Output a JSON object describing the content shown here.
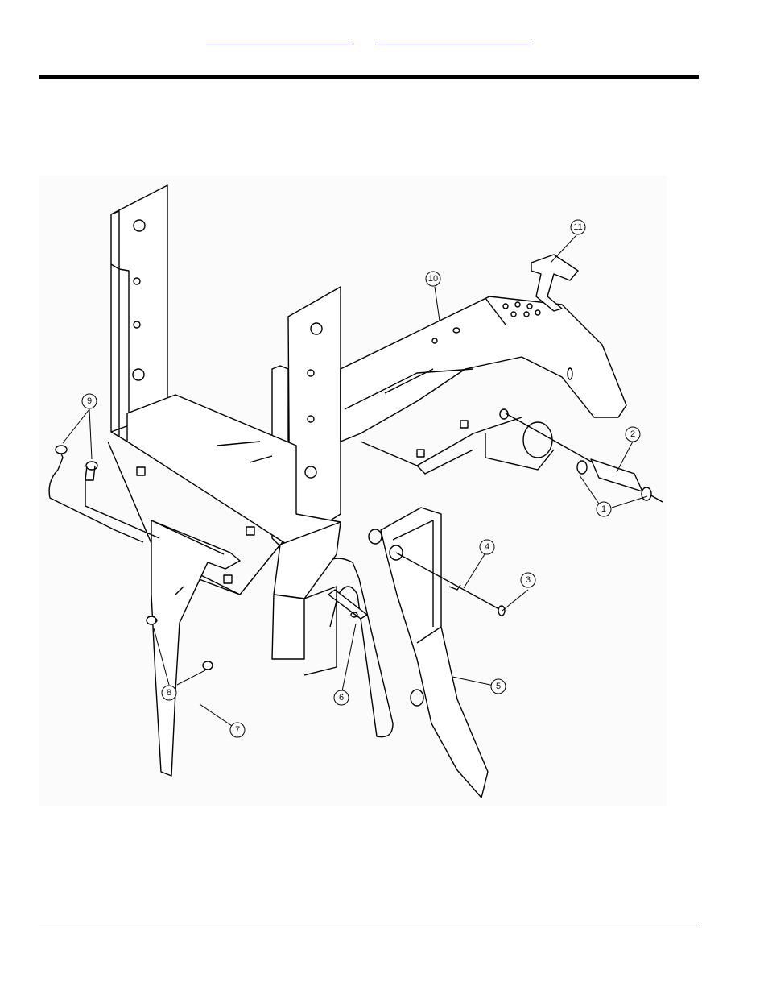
{
  "header": {
    "links": [
      "",
      ""
    ]
  },
  "drawing": {
    "callouts": [
      {
        "id": "1",
        "label": "1"
      },
      {
        "id": "2",
        "label": "2"
      },
      {
        "id": "3",
        "label": "3"
      },
      {
        "id": "4",
        "label": "4"
      },
      {
        "id": "5",
        "label": "5"
      },
      {
        "id": "6",
        "label": "6"
      },
      {
        "id": "7",
        "label": "7"
      },
      {
        "id": "8",
        "label": "8"
      },
      {
        "id": "9",
        "label": "9"
      },
      {
        "id": "10",
        "label": "10"
      },
      {
        "id": "11",
        "label": "11"
      }
    ]
  },
  "colors": {
    "link": "#2a2aff",
    "rule": "#000000",
    "line_art": "#000000"
  }
}
